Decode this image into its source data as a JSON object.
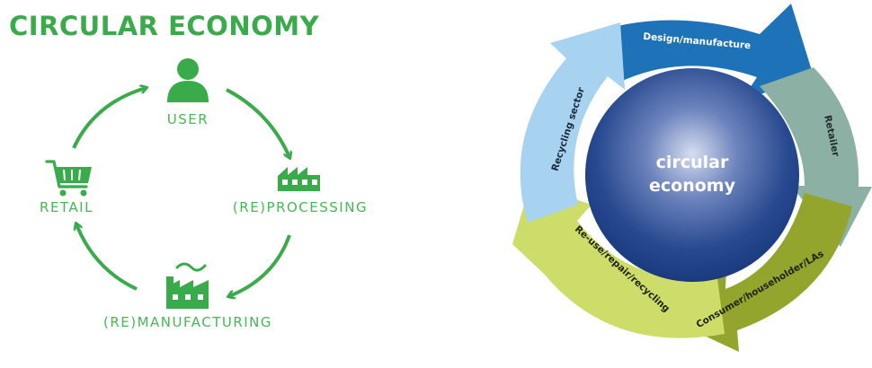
{
  "left": {
    "title": "CIRCULAR ECONOMY",
    "nodes": {
      "user": "USER",
      "reprocessing": "(RE)PROCESSING",
      "remanufacturing": "(RE)MANUFACTURING",
      "retail": "RETAIL"
    },
    "colors": {
      "primary": "#3aab4a",
      "light": "#45b855"
    },
    "icons": [
      "user-icon",
      "factory-icon",
      "factory-smoke-icon",
      "shopping-cart-icon"
    ]
  },
  "right": {
    "center": {
      "line1": "circular",
      "line2": "economy"
    },
    "segments": [
      {
        "label": "Design/manufacture",
        "color": "#1e73b8"
      },
      {
        "label": "Retailer",
        "color": "#8cb0a4"
      },
      {
        "label": "Consumer/householder/LAs",
        "color": "#93a52c"
      },
      {
        "label": "Re-use/repair/recycling",
        "color": "#cedc6a"
      },
      {
        "label": "Recycling sector",
        "color": "#a7d3f1"
      }
    ],
    "colors": {
      "center_dark": "#1b3d84",
      "center_light": "#c9d4ea"
    }
  }
}
